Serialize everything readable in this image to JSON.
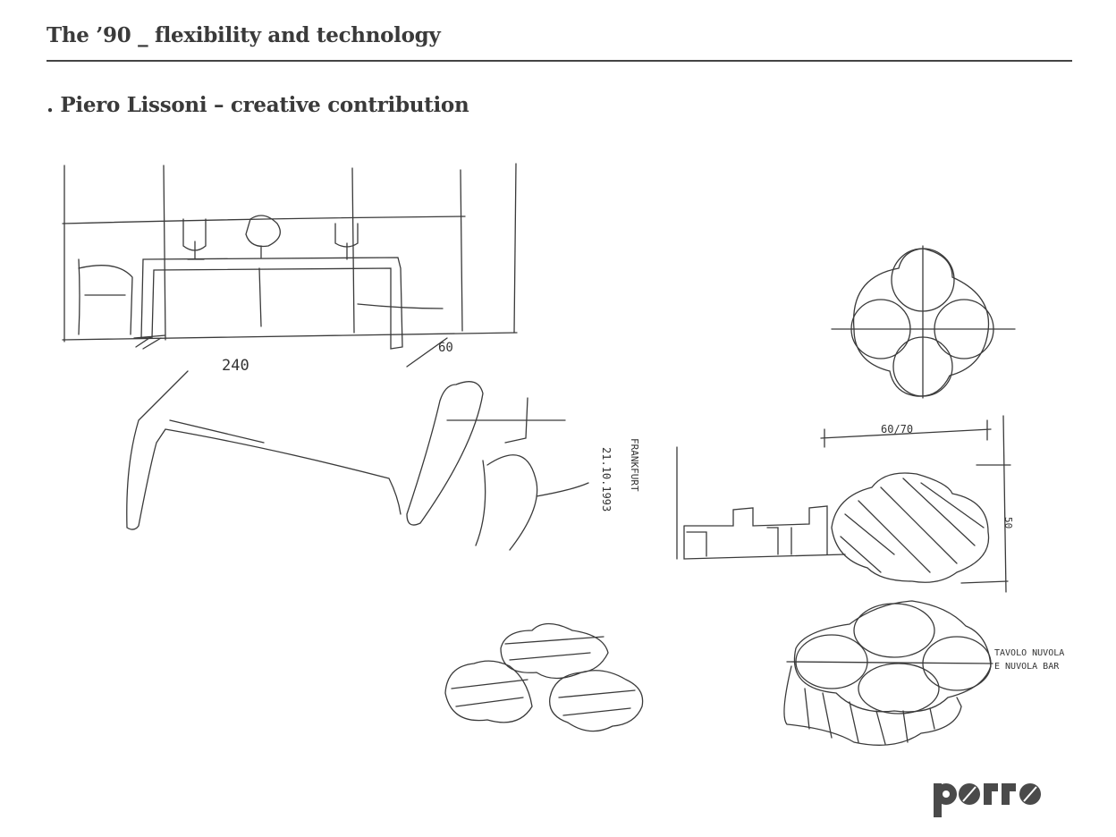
{
  "header": {
    "title": "The ’90 _ flexibility and technology",
    "subtitle": ". Piero Lissoni – creative contribution"
  },
  "sketch_annotations": {
    "length": "240",
    "depth": "60",
    "place": "FRANKFURT",
    "date": "21.10.1993",
    "top_size": "60/70",
    "height": "50",
    "caption_line1": "TAVOLO NUVOLA",
    "caption_line2": "E NUVOLA BAR"
  },
  "logo": {
    "text": "porro",
    "color": "#4a4a4a"
  }
}
